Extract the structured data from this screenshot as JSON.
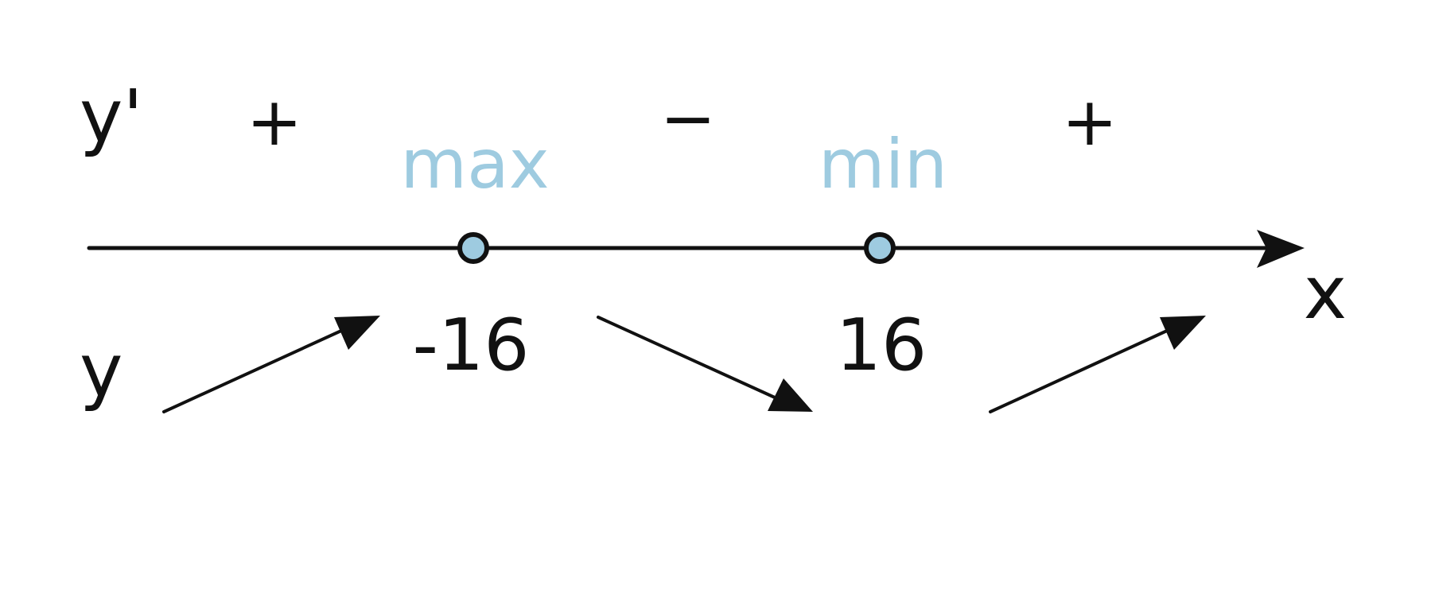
{
  "row_labels": {
    "derivative": "y'",
    "function": "y"
  },
  "axis": {
    "variable": "x"
  },
  "critical_points": [
    {
      "value": "-16",
      "kind": "max"
    },
    {
      "value": "16",
      "kind": "min"
    }
  ],
  "derivative_signs": [
    "+",
    "−",
    "+"
  ],
  "function_behavior": [
    "increasing",
    "decreasing",
    "increasing"
  ],
  "colors": {
    "ink": "#111111",
    "accent": "#9ecbe0"
  }
}
